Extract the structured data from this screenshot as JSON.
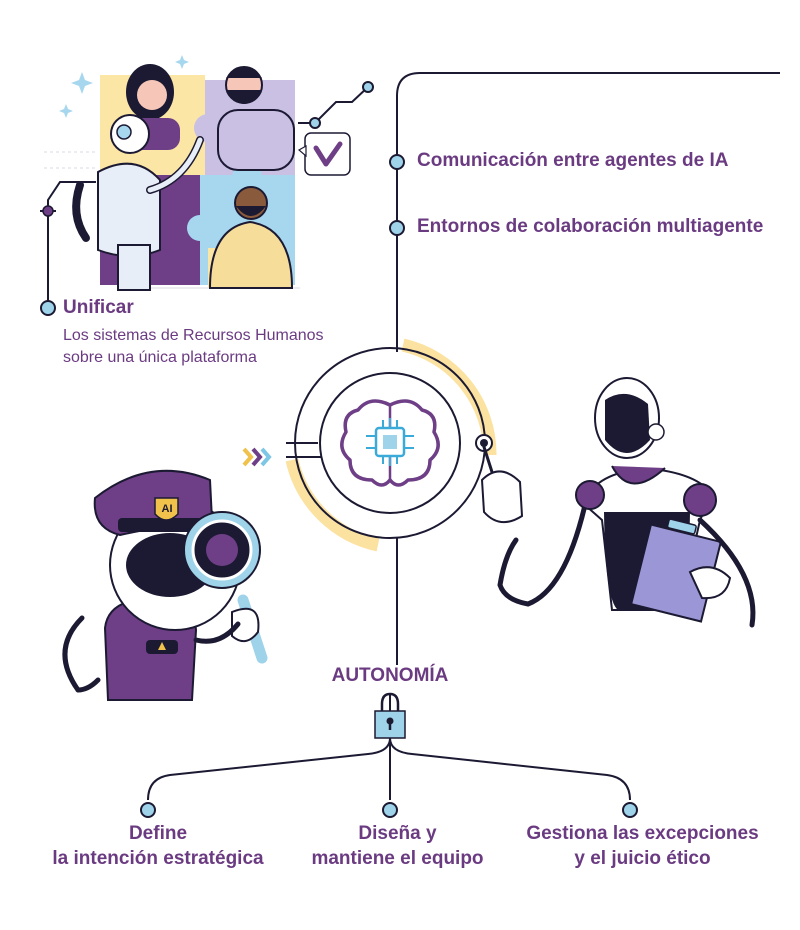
{
  "top_items": [
    {
      "label": "Comunicación entre agentes de IA"
    },
    {
      "label": "Entornos de colaboración multiagente"
    }
  ],
  "unify": {
    "title": "Unificar",
    "description_line1": "Los sistemas de Recursos  Humanos",
    "description_line2": "sobre una única plataforma"
  },
  "badge_text": "AI",
  "center": {
    "label": "AUTONOMÍA"
  },
  "bottom_items": [
    {
      "line1": "Define",
      "line2": "la intención estratégica"
    },
    {
      "line1": "Diseña y",
      "line2": "mantiene el equipo"
    },
    {
      "line1": "Gestiona las excepciones",
      "line2": "y el juicio ético"
    }
  ],
  "colors": {
    "line": "#1c1a33",
    "node": "#9fd3ea",
    "text": "#6b3b82",
    "purple": "#6e3f86",
    "yellow": "#fce6a6",
    "lilac": "#c9c0e4",
    "blue": "#a7d7ef"
  }
}
